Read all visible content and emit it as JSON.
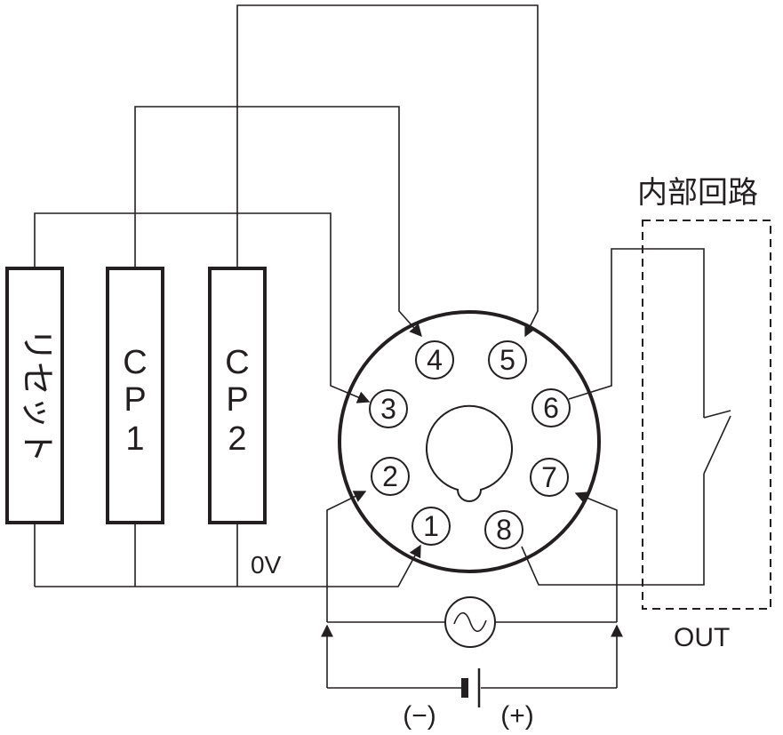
{
  "inputs": {
    "reset": "リセット",
    "cp1": [
      "C",
      "P",
      "1"
    ],
    "cp2": [
      "C",
      "P",
      "2"
    ]
  },
  "zero_volt_label": "0V",
  "socket_pins": [
    "1",
    "2",
    "3",
    "4",
    "5",
    "6",
    "7",
    "8"
  ],
  "internal_circuit_label": "内部回路",
  "output_label": "OUT",
  "supply": {
    "ac_symbol": "~",
    "minus_label": "(−)",
    "plus_label": "(+)"
  }
}
